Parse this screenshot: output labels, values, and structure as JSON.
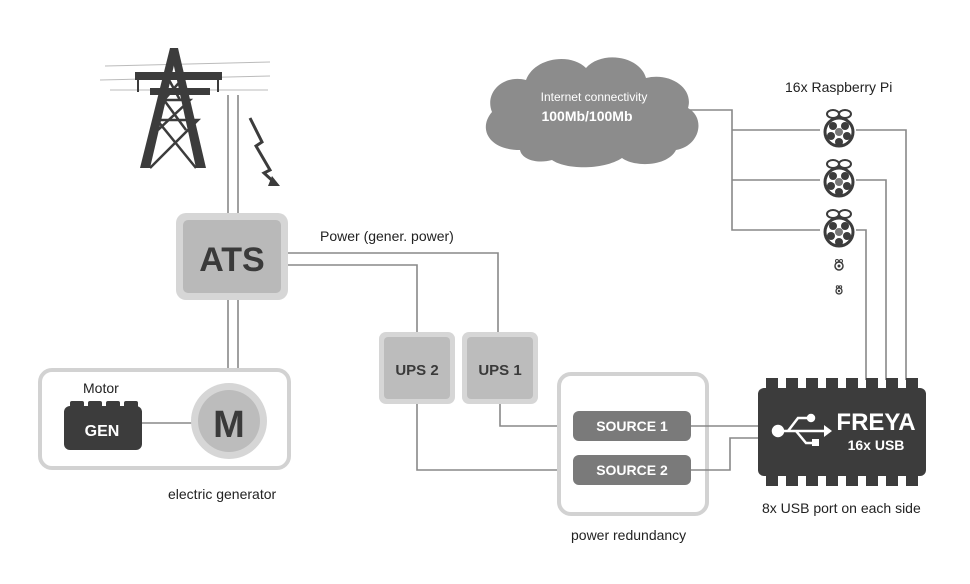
{
  "labels": {
    "ats": "ATS",
    "power_link": "Power (gener. power)",
    "motor": "Motor",
    "gen": "GEN",
    "m": "M",
    "electric_generator": "electric generator",
    "ups2": "UPS 2",
    "ups1": "UPS 1",
    "source1": "SOURCE 1",
    "source2": "SOURCE 2",
    "power_redundancy": "power redundancy",
    "internet_line1": "Internet connectivity",
    "internet_line2": "100Mb/100Mb",
    "raspberry": "16x Raspberry Pi",
    "freya_title": "FREYA",
    "freya_sub": "16x USB",
    "usb_ports": "8x USB port on each side"
  },
  "icons": {
    "tower": "power-pylon-icon",
    "lightning": "lightning-bolt-icon",
    "raspberry": "raspberry-pi-icon",
    "usb": "usb-symbol-icon",
    "cloud": "cloud-icon"
  },
  "colors": {
    "box_border": "#d2d2d2",
    "box_fill": "#bdbdbd",
    "dark": "#3c3c3c",
    "chip": "#6e6e6e",
    "wire": "#888888",
    "cloud": "#8c8c8c"
  }
}
